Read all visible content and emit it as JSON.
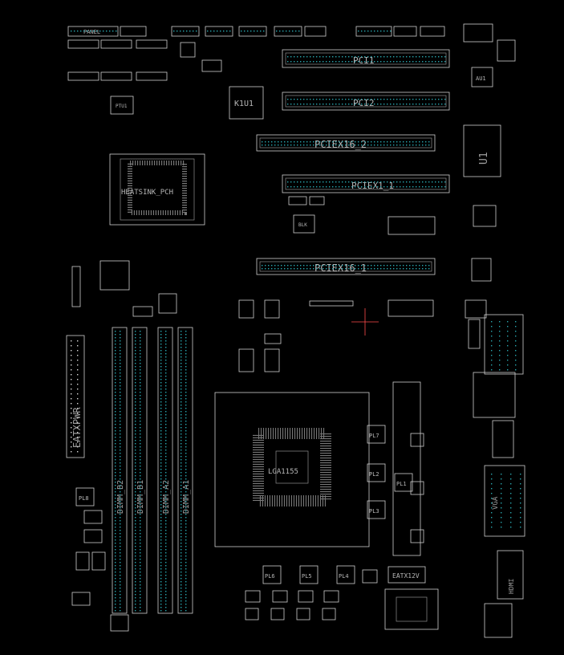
{
  "diagram": {
    "background": "#000000",
    "outline_color": "#cfcfcf",
    "pin_color": "#2aa7b0",
    "cursor_color": "#ff4d4d",
    "labels": {
      "panel": "PANEL",
      "k1u1": "K1U1",
      "u1": "U1",
      "au1": "AU1",
      "pci1": "PCI1",
      "pci2": "PCI2",
      "pciex16_2": "PCIEX16_2",
      "pciex1_1": "PCIEX1_1",
      "pciex16_1": "PCIEX16_1",
      "heatsink_pch": "HEATSINK_PCH",
      "cpu": "LGA1155",
      "eatxpwr": "EATXPWR",
      "dimm_b2": "DIMM_B2",
      "dimm_b1": "DIMM_B1",
      "dimm_a2": "DIMM_A2",
      "dimm_a1": "DIMM_A1",
      "pl1": "PL1",
      "pl2": "PL2",
      "pl3": "PL3",
      "pl4": "PL4",
      "pl5": "PL5",
      "pl6": "PL6",
      "pl7": "PL7",
      "pl8": "PL8",
      "eatx12v": "EATX12V",
      "vga": "VGA",
      "hdmi": "HDMI",
      "ptu1": "PTU1",
      "blk": "BLK"
    }
  }
}
